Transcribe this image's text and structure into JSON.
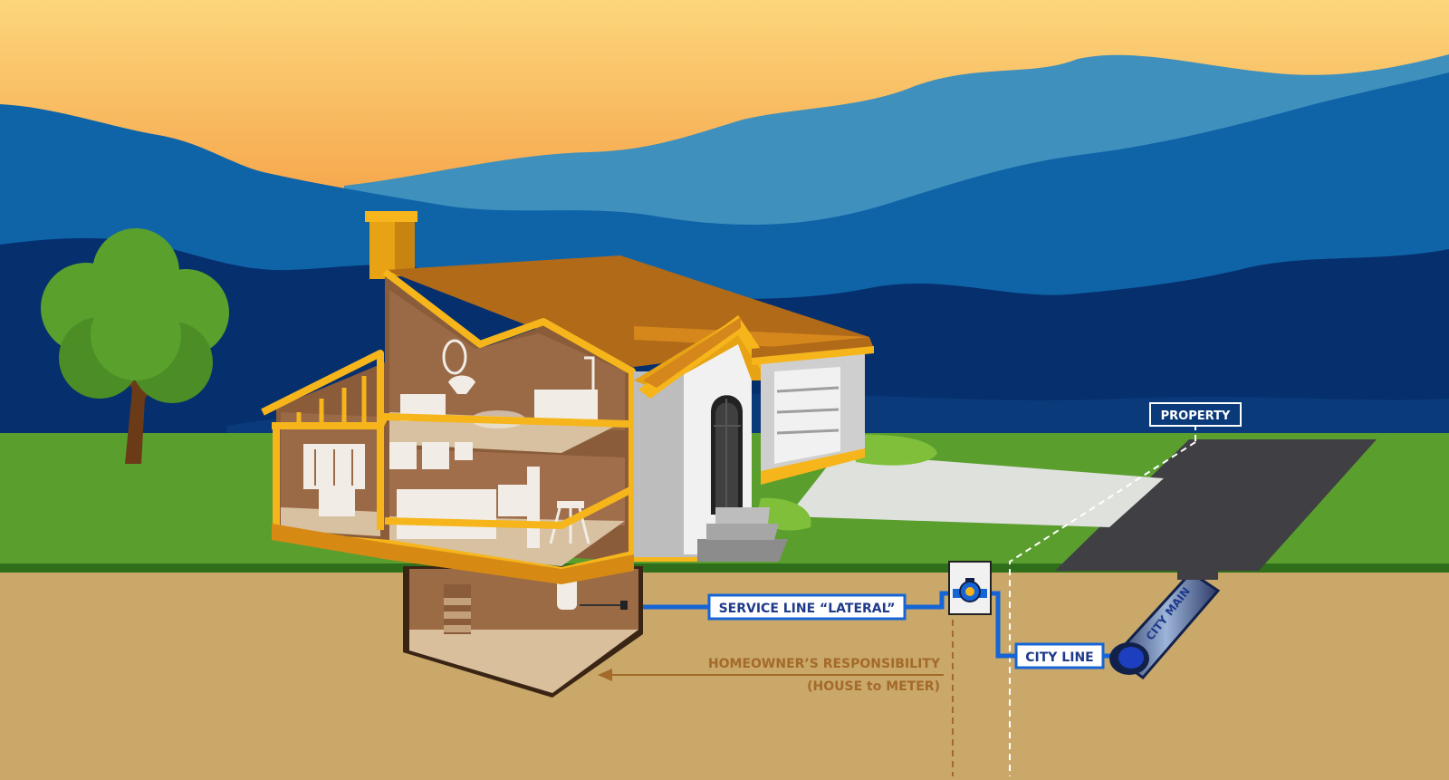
{
  "labels": {
    "property": "PROPERTY",
    "service_line": "SERVICE LINE “LATERAL”",
    "city_line": "CITY LINE",
    "city_main": "CITY MAIN",
    "responsibility_line1": "HOMEOWNER’S RESPONSIBILITY",
    "responsibility_line2": "(HOUSE to METER)"
  },
  "colors": {
    "sky_top": "#fcd27a",
    "sky_bottom": "#f59a3e",
    "mountain_light": "#3f90bd",
    "mountain_mid": "#0f64a8",
    "mountain_dark": "#062f6e",
    "grass": "#5a9e2e",
    "soil": "#c9a86a",
    "roof": "#b06a18",
    "frame": "#f6b51b",
    "pipe_blue": "#1565d6",
    "label_navy": "#1e3a8a",
    "responsibility_text": "#a46a2a",
    "road": "#3f3f44"
  }
}
